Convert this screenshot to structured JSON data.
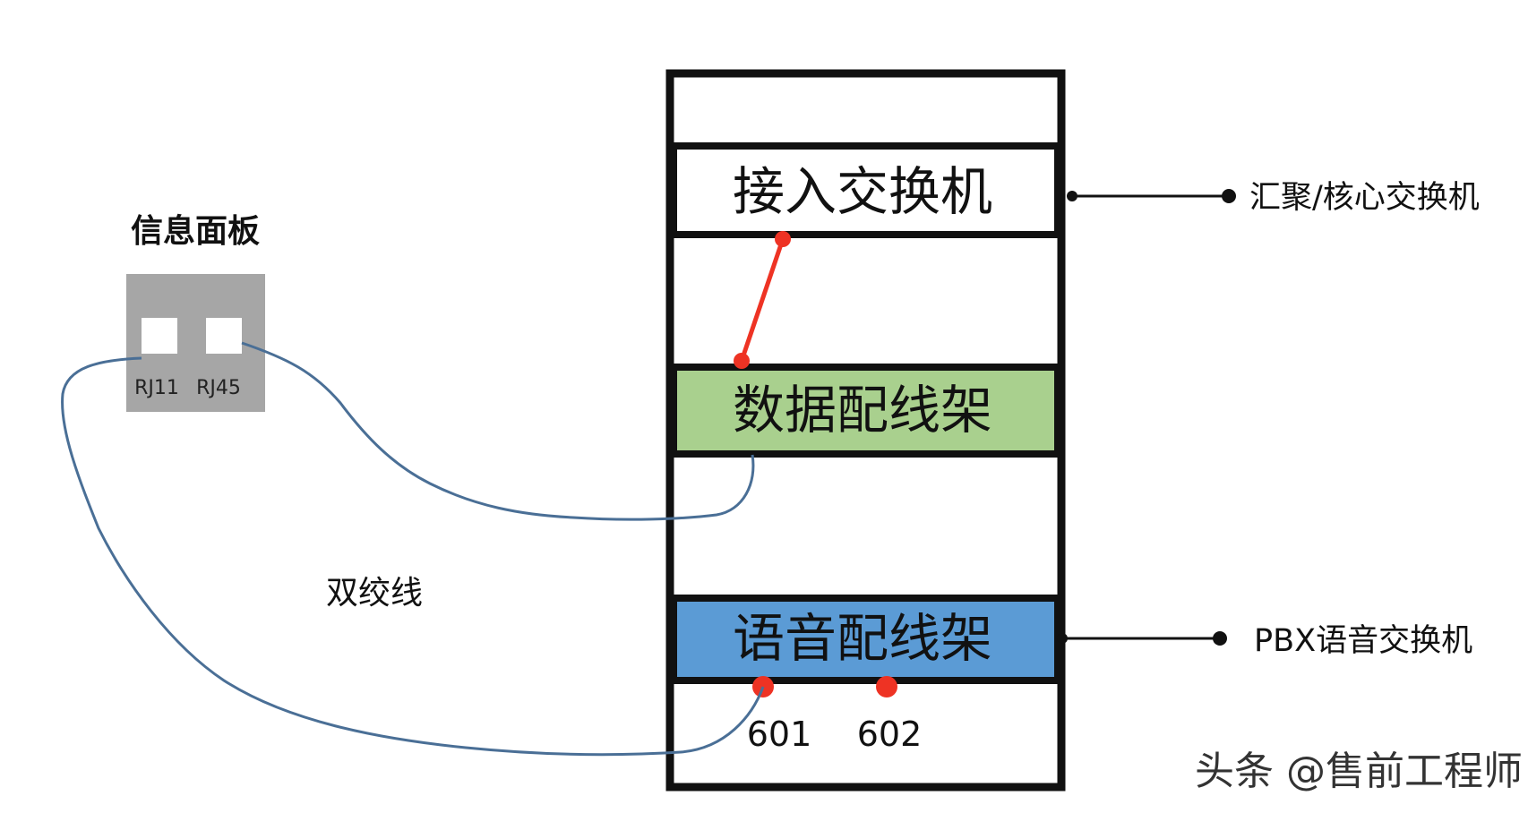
{
  "panel": {
    "title": "信息面板",
    "port_rj11": "RJ11",
    "port_rj45": "RJ45"
  },
  "cable_label": "双绞线",
  "rack": {
    "switch_label": "接入交换机",
    "data_patch_label": "数据配线架",
    "voice_patch_label": "语音配线架",
    "port_601": "601",
    "port_602": "602"
  },
  "connections": {
    "core_switch": "汇聚/核心交换机",
    "pbx": "PBX语音交换机"
  },
  "watermark": "头条 @售前工程师",
  "colors": {
    "data_patch_fill": "#a9d08e",
    "voice_patch_fill": "#5b9bd5",
    "panel_fill": "#a6a6a6",
    "cable": "#4a6f96",
    "jumper": "#ee3324",
    "rack_border": "#111111"
  }
}
